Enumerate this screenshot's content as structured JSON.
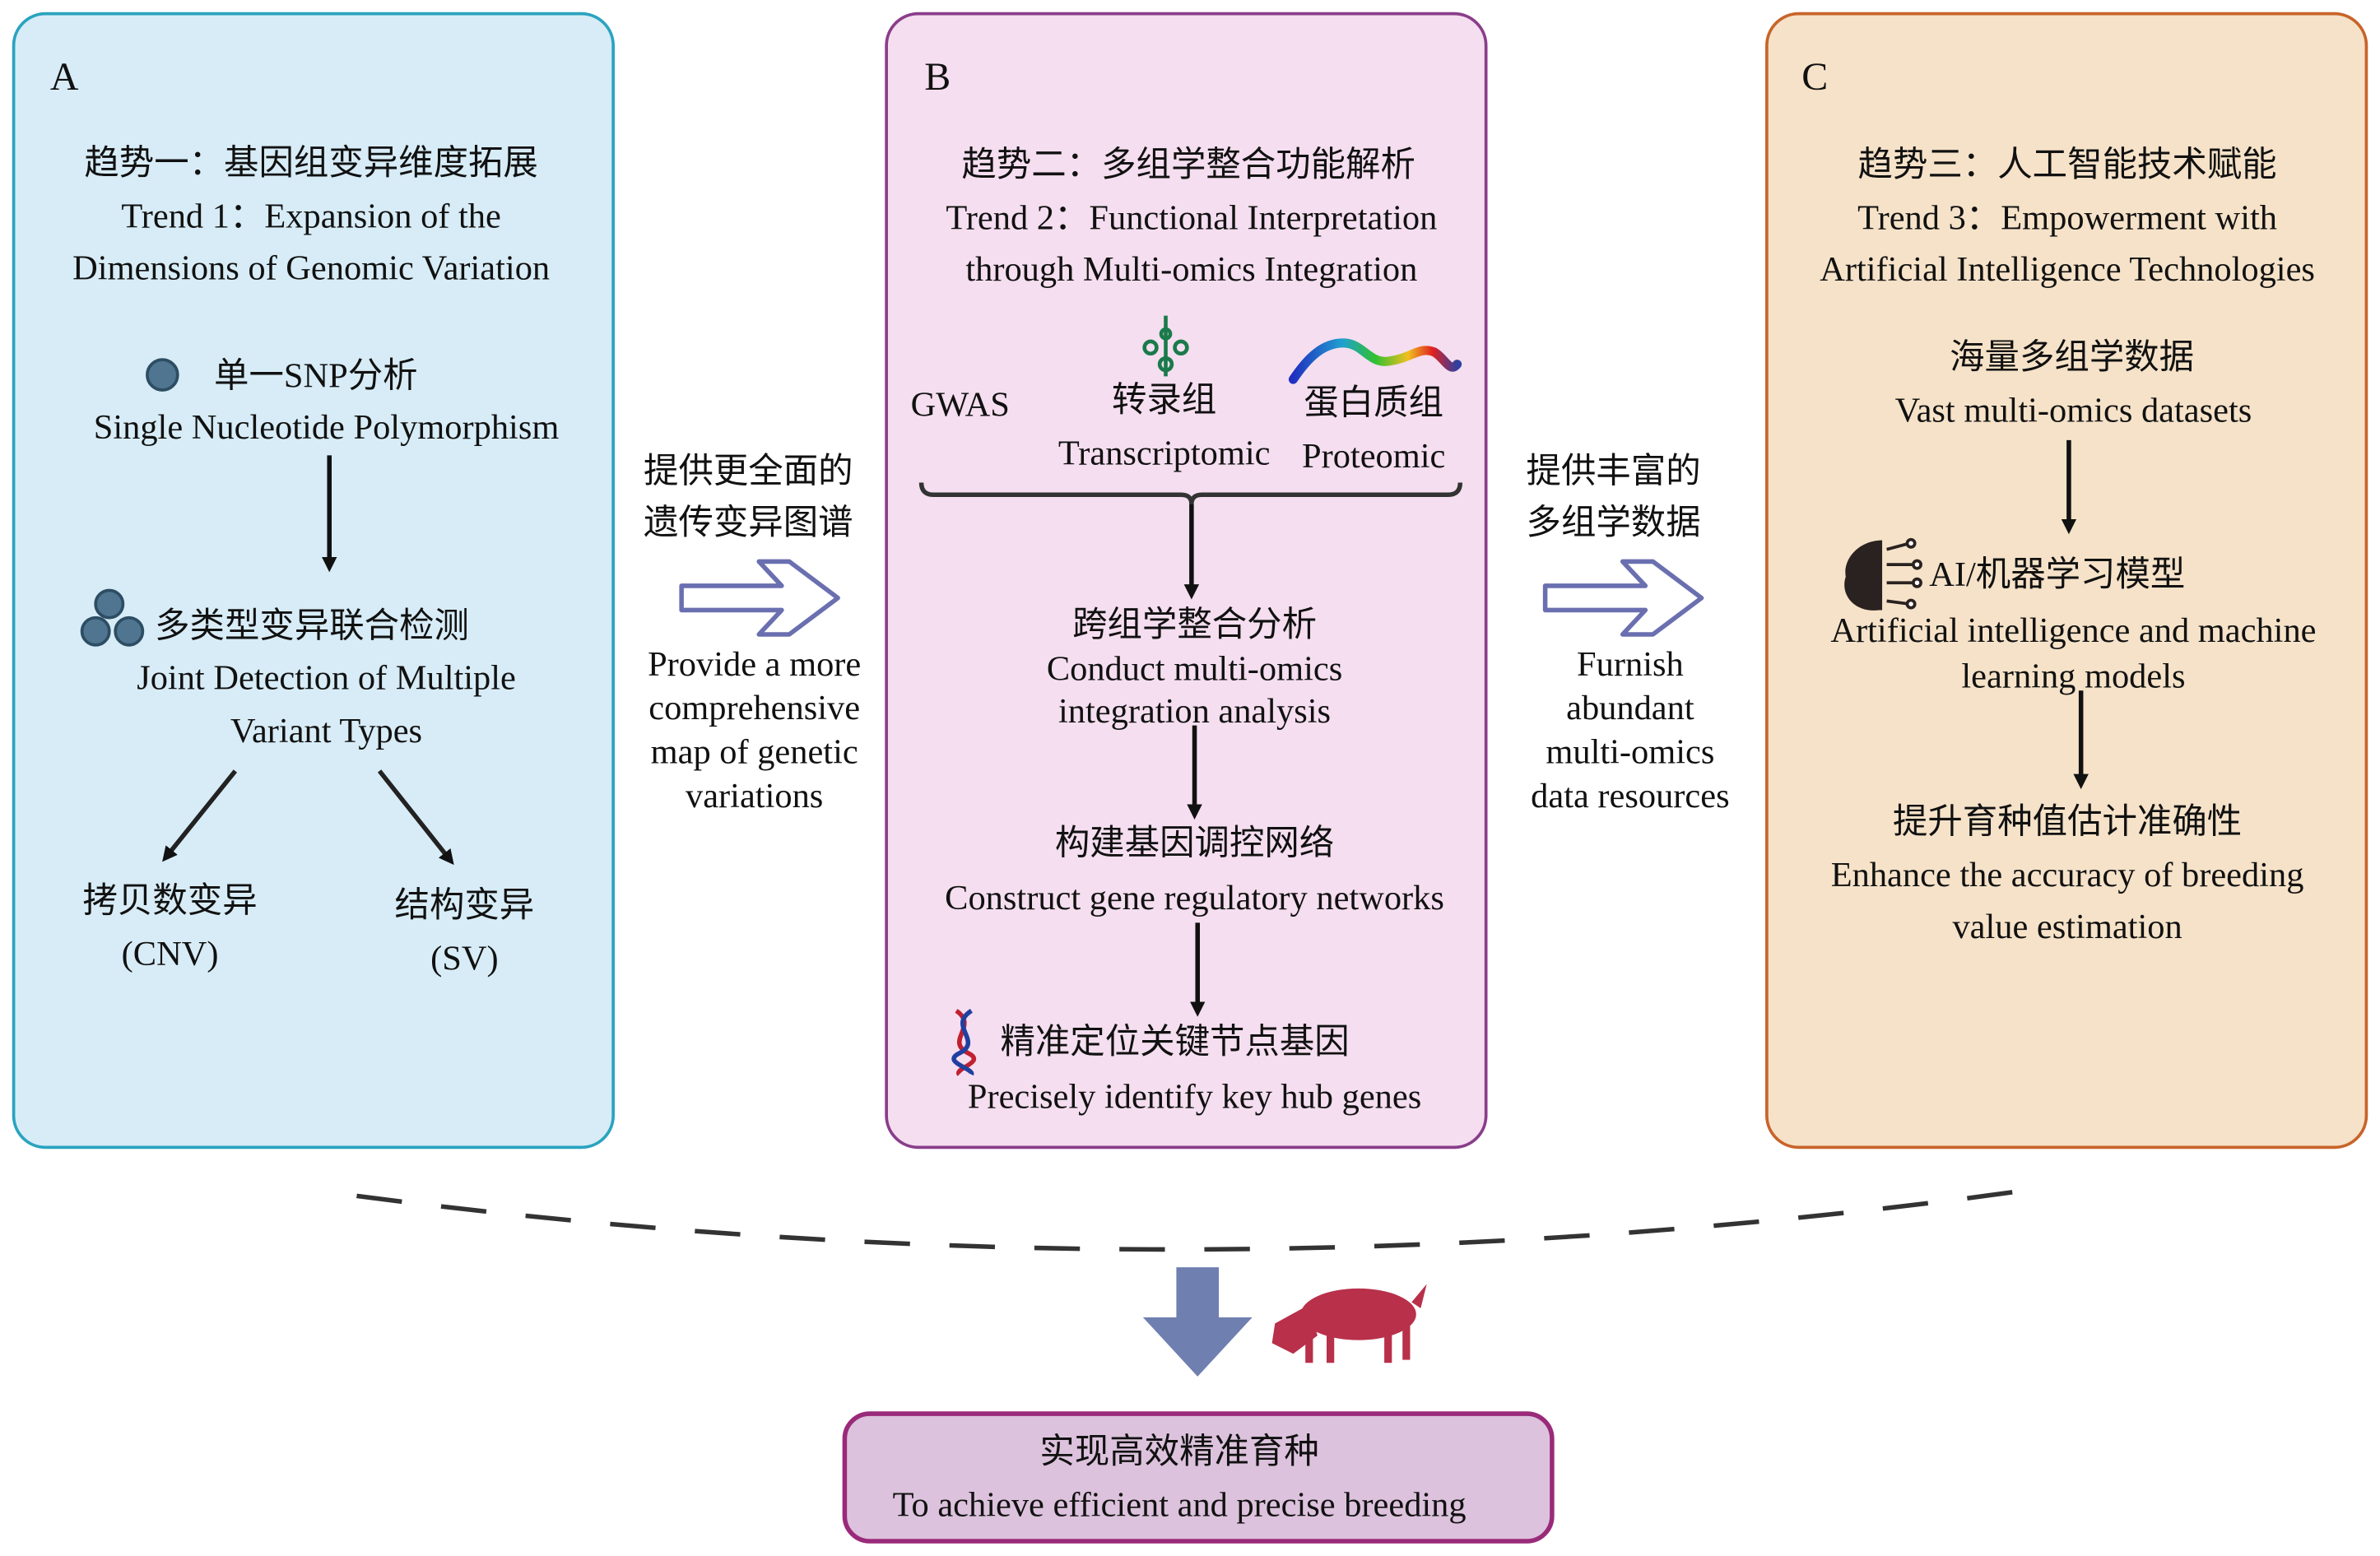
{
  "colors": {
    "panel_a_fill": "#d7ecf6",
    "panel_a_border": "#2aa3c0",
    "panel_b_fill": "#f4deef",
    "panel_b_border": "#8a3d8a",
    "panel_c_fill": "#f5e2c8",
    "panel_c_border": "#c8642a",
    "outcome_fill": "#dcc2dc",
    "outcome_border": "#9a2a7a",
    "big_arrow": "#6f7fb0"
  },
  "panel_a": {
    "label": "A",
    "title_zh": "趋势一：基因组变异维度拓展",
    "title_en_1": "Trend 1：Expansion of the",
    "title_en_2": "Dimensions of Genomic Variation",
    "snp_zh": "单一SNP分析",
    "snp_en": "Single Nucleotide Polymorphism",
    "joint_zh": "多类型变异联合检测",
    "joint_en_1": "Joint Detection of Multiple",
    "joint_en_2": "Variant Types",
    "cnv_zh": "拷贝数变异",
    "cnv_en": "(CNV)",
    "sv_zh": "结构变异",
    "sv_en": "(SV)"
  },
  "link_ab": {
    "zh_1": "提供更全面的",
    "zh_2": "遗传变异图谱",
    "en": [
      "Provide a more",
      "comprehensive",
      "map of genetic",
      "variations"
    ]
  },
  "panel_b": {
    "label": "B",
    "title_zh": "趋势二：多组学整合功能解析",
    "title_en_1": "Trend 2：Functional Interpretation",
    "title_en_2": "through Multi-omics Integration",
    "gwas": "GWAS",
    "transcriptomic_zh": "转录组",
    "transcriptomic_en": "Transcriptomic",
    "proteomic_zh": "蛋白质组",
    "proteomic_en": "Proteomic",
    "integration_zh": "跨组学整合分析",
    "integration_en_1": "Conduct multi-omics",
    "integration_en_2": "integration analysis",
    "network_zh": "构建基因调控网络",
    "network_en": "Construct gene regulatory networks",
    "hub_zh": "精准定位关键节点基因",
    "hub_en": "Precisely identify key hub genes"
  },
  "link_bc": {
    "zh_1": "提供丰富的",
    "zh_2": "多组学数据",
    "en": [
      "Furnish",
      "abundant",
      "multi-omics",
      "data resources"
    ]
  },
  "panel_c": {
    "label": "C",
    "title_zh": "趋势三：人工智能技术赋能",
    "title_en_1": "Trend 3：Empowerment with",
    "title_en_2": "Artificial Intelligence Technologies",
    "data_zh": "海量多组学数据",
    "data_en": "Vast multi-omics datasets",
    "ai_zh": "AI/机器学习模型",
    "ai_en_1": "Artificial intelligence and machine",
    "ai_en_2": "learning models",
    "ebv_zh": "提升育种值估计准确性",
    "ebv_en_1": "Enhance the accuracy of breeding",
    "ebv_en_2": "value estimation"
  },
  "outcome": {
    "zh": "实现高效精准育种",
    "en": "To achieve efficient and precise breeding"
  }
}
